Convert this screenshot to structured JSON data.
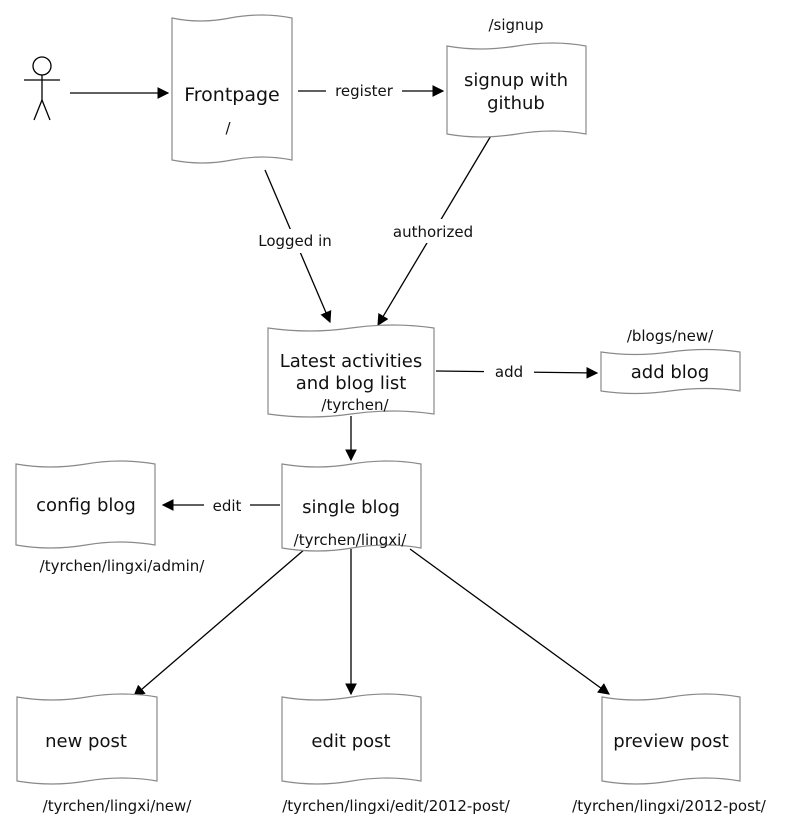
{
  "nodes": {
    "frontpage": {
      "title": "Frontpage",
      "url": "/"
    },
    "signup": {
      "title_line1": "signup with",
      "title_line2": "github",
      "url": "/signup"
    },
    "activities": {
      "title_line1": "Latest activities",
      "title_line2": "and blog list",
      "url": "/tyrchen/"
    },
    "add_blog": {
      "title": "add blog",
      "url": "/blogs/new/"
    },
    "single_blog": {
      "title": "single blog",
      "url": "/tyrchen/lingxi/"
    },
    "config_blog": {
      "title": "config blog",
      "url": "/tyrchen/lingxi/admin/"
    },
    "new_post": {
      "title": "new post",
      "url": "/tyrchen/lingxi/new/"
    },
    "edit_post": {
      "title": "edit post",
      "url": "/tyrchen/lingxi/edit/2012-post/"
    },
    "preview_post": {
      "title": "preview post",
      "url": "/tyrchen/lingxi/2012-post/"
    }
  },
  "edges": {
    "register": "register",
    "logged_in": "Logged in",
    "authorized": "authorized",
    "add": "add",
    "edit": "edit"
  }
}
